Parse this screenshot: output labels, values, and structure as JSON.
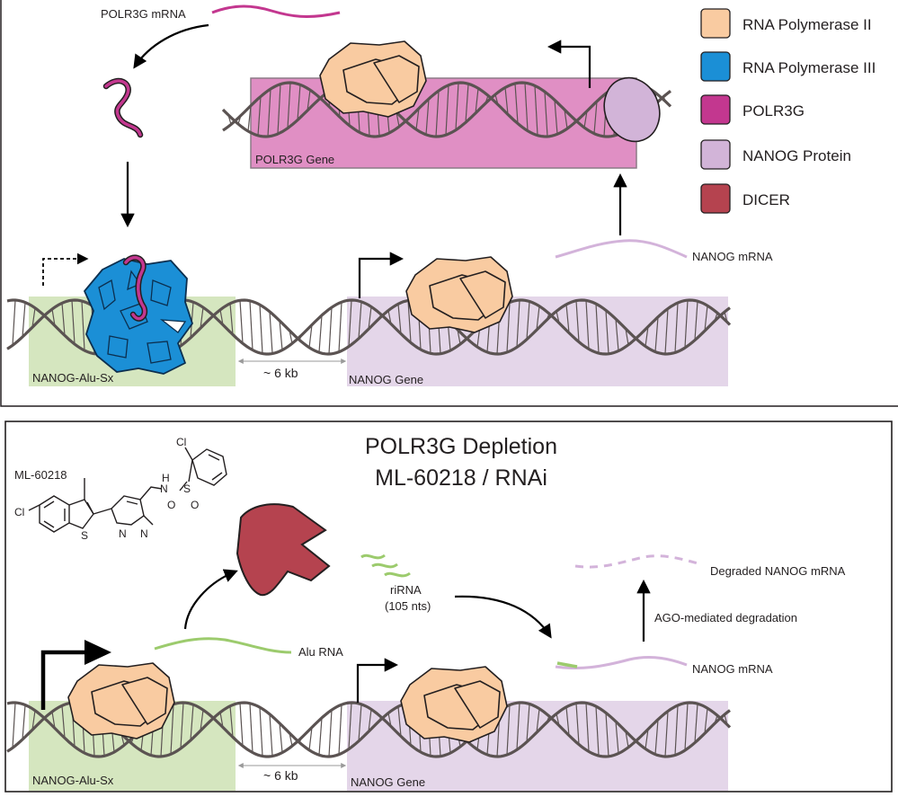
{
  "colors": {
    "rna_pol_ii": "#f9cba1",
    "rna_pol_iii": "#1b8fd6",
    "polr3g": "#c3378f",
    "nanog_protein": "#d2b4d8",
    "dicer": "#b5434f",
    "polr3g_gene_box": "#e08fc4",
    "alu_box": "#d5e6bf",
    "nanog_gene_box": "#e4d6e9",
    "alu_rna": "#9ccb6d",
    "nanog_mrna": "#d3b3da",
    "polr3g_mrna": "#c3378f"
  },
  "legend": [
    {
      "label": "RNA Polymerase II",
      "color_key": "rna_pol_ii"
    },
    {
      "label": "RNA Polymerase III",
      "color_key": "rna_pol_iii"
    },
    {
      "label": "POLR3G",
      "color_key": "polr3g"
    },
    {
      "label": "NANOG Protein",
      "color_key": "nanog_protein"
    },
    {
      "label": "DICER",
      "color_key": "dicer"
    }
  ],
  "top": {
    "polr3g_mrna": "POLR3G mRNA",
    "polr3g_gene": "POLR3G Gene",
    "nanog_mrna": "NANOG mRNA",
    "alu_region": "NANOG-Alu-Sx",
    "distance": "~ 6 kb",
    "nanog_gene": "NANOG Gene"
  },
  "bottom": {
    "title_line1": "POLR3G Depletion",
    "title_line2": "ML-60218 / RNAi",
    "compound": "ML-60218",
    "compound_atoms": {
      "cl1": "Cl",
      "cl2": "Cl",
      "s_ring": "S",
      "n_amide": "N",
      "h_amide": "H",
      "s_sulfonyl": "S",
      "o1": "O",
      "o2": "O",
      "n_pyrazole1": "N",
      "n_pyrazole2": "N"
    },
    "alu_rna": "Alu RNA",
    "rirna": "riRNA",
    "rirna_len": "(105 nts)",
    "degraded": "Degraded NANOG mRNA",
    "ago": "AGO-mediated degradation",
    "nanog_mrna": "NANOG mRNA",
    "alu_region": "NANOG-Alu-Sx",
    "distance": "~ 6 kb",
    "nanog_gene": "NANOG Gene"
  }
}
